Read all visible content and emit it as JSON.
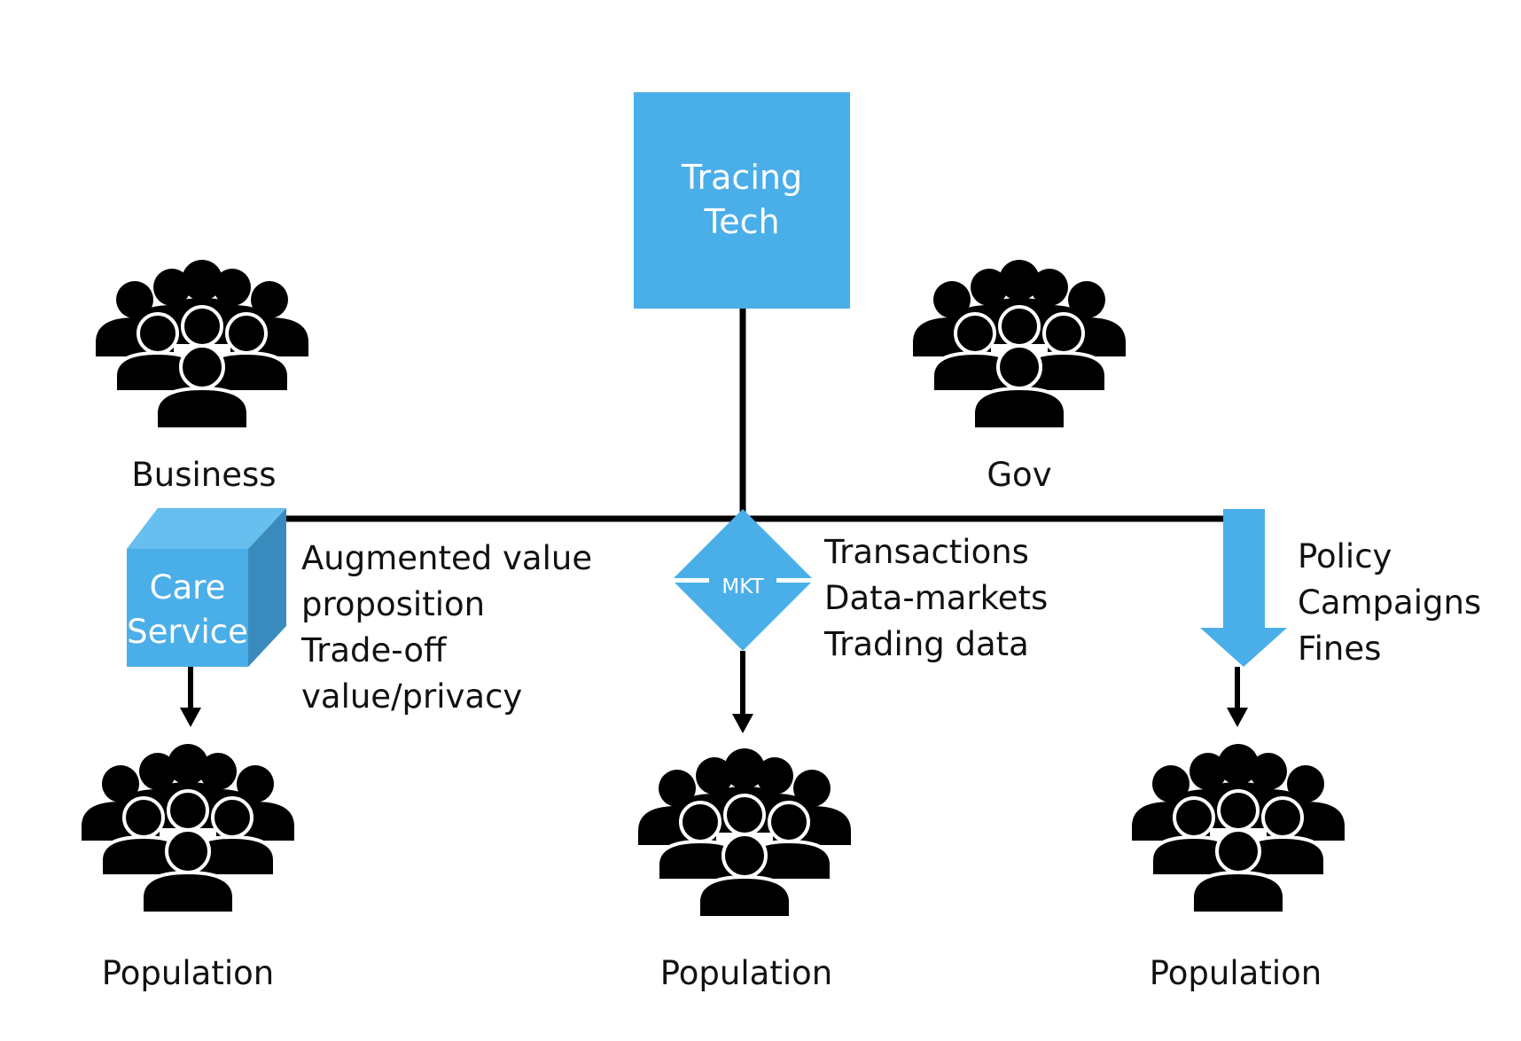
{
  "colors": {
    "accent": "#4aaee8",
    "accent_dark": "#3a8bbd",
    "accent_light": "#67bff0",
    "line": "#000000"
  },
  "tracing_box": {
    "line1": "Tracing",
    "line2": "Tech"
  },
  "actors": {
    "business": "Business",
    "gov": "Gov",
    "population_left": "Population",
    "population_center": "Population",
    "population_right": "Population"
  },
  "care_service": {
    "line1": "Care",
    "line2": "Service",
    "icon": "cube-icon"
  },
  "market": {
    "label": "MKT",
    "icon": "diamond-icon"
  },
  "gov_channel": {
    "icon": "down-arrow-icon"
  },
  "business_notes": [
    "Augmented value",
    "proposition",
    "Trade-off",
    "value/privacy"
  ],
  "market_notes": [
    "Transactions",
    "Data-markets",
    "Trading data"
  ],
  "gov_notes": [
    "Policy",
    "Campaigns",
    "Fines"
  ],
  "icons": {
    "group": "people-group-icon"
  }
}
